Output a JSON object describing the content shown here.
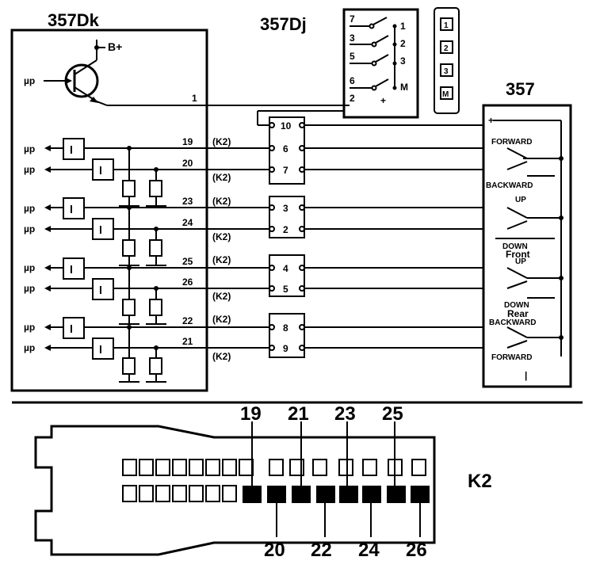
{
  "modules": {
    "controller": "357Dk",
    "switch": "357Dj",
    "seat": "357",
    "connector": "K2"
  },
  "controller": {
    "supply": "B+",
    "mp": "µp",
    "pin1": "1",
    "lines": [
      "19",
      "20",
      "23",
      "24",
      "25",
      "26",
      "22",
      "21"
    ],
    "k2": "(K2)"
  },
  "switch": {
    "left_pins": [
      "7",
      "3",
      "5",
      "6",
      "2"
    ],
    "right_pins": [
      "1",
      "2",
      "3",
      "M",
      "+"
    ],
    "keys": [
      "1",
      "2",
      "3",
      "M"
    ]
  },
  "terminal": {
    "pins": [
      "10",
      "6",
      "7",
      "3",
      "2",
      "4",
      "5",
      "8",
      "9"
    ]
  },
  "seat": {
    "plus": "+",
    "minus": "|",
    "forward": "FORWARD",
    "backward": "BACKWARD",
    "up": "UP",
    "down": "DOWN",
    "front": "Front",
    "up2": "UP",
    "down2": "DOWN",
    "rear": "Rear",
    "backward2": "BACKWARD",
    "forward2": "FORWARD"
  },
  "k2": {
    "top_pins": [
      "19",
      "21",
      "23",
      "25"
    ],
    "bottom_pins": [
      "20",
      "22",
      "24",
      "26"
    ],
    "label": "K2"
  }
}
